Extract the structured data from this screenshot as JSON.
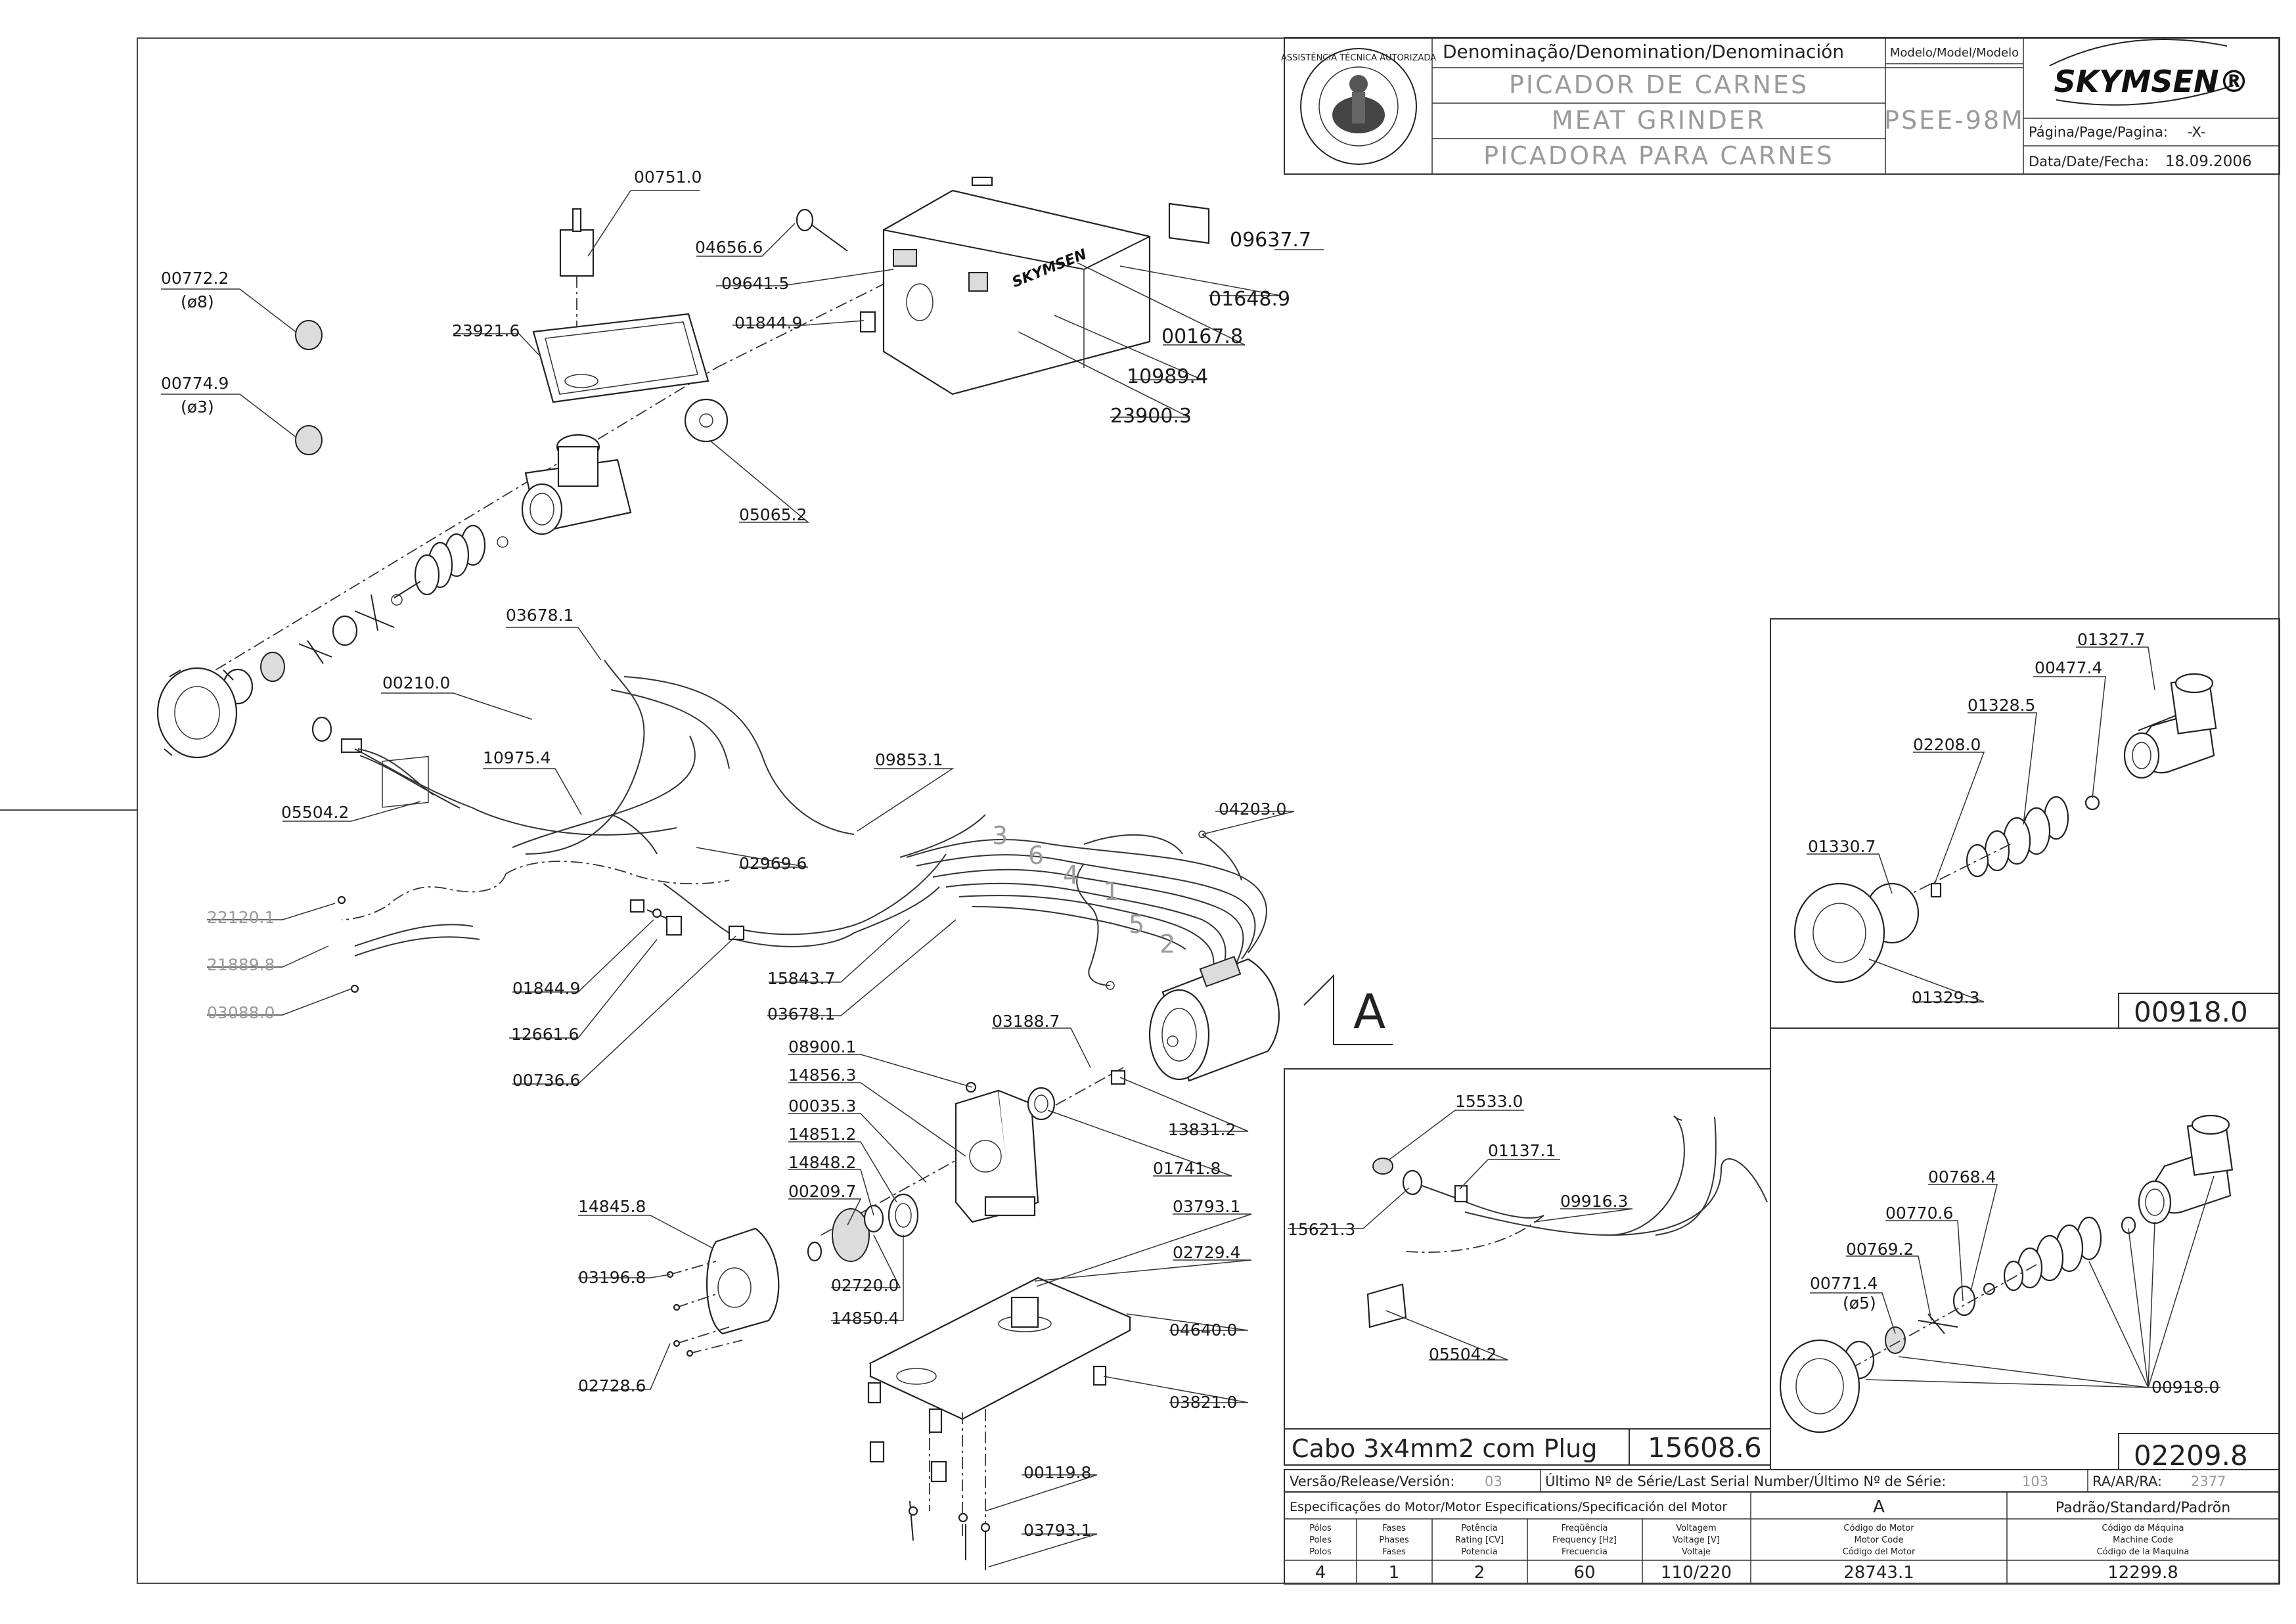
{
  "title_block": {
    "denomination_header": "Denominação/Denomination/Denominación",
    "name_pt": "PICADOR DE CARNES",
    "name_en": "MEAT GRINDER",
    "name_es": "PICADORA  PARA CARNES",
    "model_header": "Modelo/Model/Modelo",
    "model_value": "PSEE-98M",
    "brand": "SKYMSEN®",
    "page_label": "Página/Page/Pagina:",
    "page_value": "-X-",
    "date_label": "Data/Date/Fecha:",
    "date_value": "18.09.2006",
    "seal_text": "ASSISTÊNCIA TÉCNICA AUTORIZADA"
  },
  "box_brand": "SKYMSEN",
  "callouts_main": [
    "00751.0",
    "04656.6",
    "09637.7",
    "00772.2",
    "(ø8)",
    "09641.5",
    "01648.9",
    "01844.9",
    "00167.8",
    "23921.6",
    "10989.4",
    "00774.9",
    "(ø3)",
    "23900.3",
    "05065.2",
    "03678.1",
    "00210.0",
    "10975.4",
    "09853.1",
    "05504.2",
    "04203.0",
    "02969.6",
    "22120.1",
    "21889.8",
    "03088.0",
    "01844.9",
    "15843.7",
    "12661.6",
    "03678.1",
    "00736.6",
    "03188.7",
    "08900.1",
    "14856.3",
    "13831.2",
    "00035.3",
    "14851.2",
    "01741.8",
    "14848.2",
    "00209.7",
    "14845.8",
    "03793.1",
    "02729.4",
    "03196.8",
    "02720.0",
    "14850.4",
    "04640.0",
    "02728.6",
    "03821.0",
    "00119.8",
    "03793.1"
  ],
  "wire_numbers": [
    "3",
    "6",
    "4",
    "1",
    "5",
    "2"
  ],
  "view_label": "A",
  "detail_cable": {
    "callouts": [
      "15533.0",
      "01137.1",
      "15621.3",
      "09916.3",
      "05504.2"
    ],
    "caption": "Cabo 3x4mm2 com Plug",
    "code": "15608.6"
  },
  "detail_top": {
    "callouts": [
      "01327.7",
      "00477.4",
      "01328.5",
      "02208.0",
      "01330.7",
      "01329.3"
    ],
    "code": "00918.0"
  },
  "detail_bottom": {
    "callouts": [
      "00768.4",
      "00770.6",
      "00769.2",
      "00771.4",
      "(ø5)",
      "00918.0"
    ],
    "code": "02209.8"
  },
  "release_row": {
    "version_label": "Versão/Release/Versión:",
    "version_value": "03",
    "serial_label": "Último Nº de Série/Last Serial Number/Último Nº de Série:",
    "serial_value": "103",
    "ra_label": "RA/AR/RA:",
    "ra_value": "2377"
  },
  "motor_table": {
    "title": "Especificações do Motor/Motor Especifications/Specificación del Motor",
    "variant": "A",
    "standard": "Padrão/Standard/Padrõn",
    "columns": [
      {
        "h1": "Pólos",
        "h2": "Poles",
        "h3": "Polos",
        "value": "4"
      },
      {
        "h1": "Fases",
        "h2": "Phases",
        "h3": "Fases",
        "value": "1"
      },
      {
        "h1": "Potência",
        "h2": "Rating [CV]",
        "h3": "Potencia",
        "value": "2"
      },
      {
        "h1": "Freqüência",
        "h2": "Frequency [Hz]",
        "h3": "Frecuencia",
        "value": "60"
      },
      {
        "h1": "Voltagem",
        "h2": "Voltage [V]",
        "h3": "Voltaje",
        "value": "110/220"
      },
      {
        "h1": "Código do Motor",
        "h2": "Motor Code",
        "h3": "Código del Motor",
        "value": "28743.1"
      },
      {
        "h1": "Código da Máquina",
        "h2": "Machine Code",
        "h3": "Código de la Maquina",
        "value": "12299.8"
      }
    ]
  },
  "colors": {
    "line": "#222222",
    "grey_label": "#9a9a9a",
    "background": "#ffffff"
  }
}
